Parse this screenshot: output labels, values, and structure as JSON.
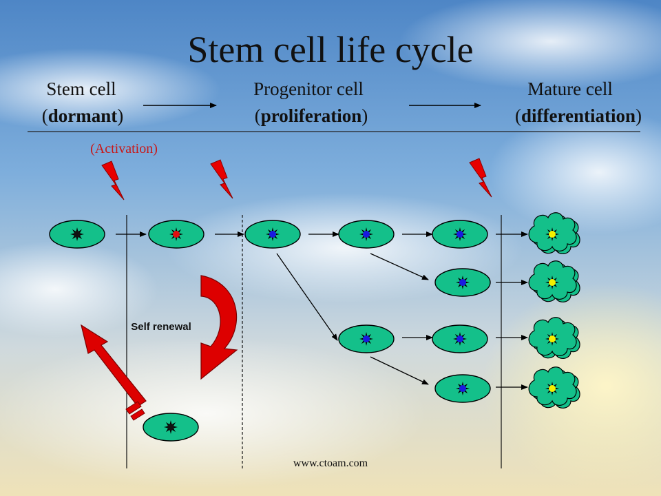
{
  "title": "Stem cell life cycle",
  "stages": [
    {
      "name": "Stem cell",
      "state_paren": "(",
      "state": "dormant",
      "state_close": ")"
    },
    {
      "name": "Progenitor cell",
      "state_paren": "(",
      "state": "proliferation",
      "state_close": ")"
    },
    {
      "name": "Mature cell",
      "state_paren": "(",
      "state": "differentiation",
      "state_close": ")"
    }
  ],
  "activation_label": "(Activation)",
  "self_renewal_label": "Self renewal",
  "footer_url": "www.ctoam.com",
  "colors": {
    "cell_fill": "#14c08a",
    "nucleus_dormant": "#111111",
    "nucleus_activated": "#e01010",
    "nucleus_progenitor": "#1a1ae0",
    "nucleus_mature": "#f4f000",
    "arrow_red": "#d40000",
    "activation_text": "#c81818",
    "mature_cloud": "#14c08a"
  },
  "icons": [
    "lightning-bolt-icon",
    "curved-arrow-icon",
    "return-arrow-icon",
    "star-nucleus-icon",
    "cloud-cell-icon"
  ]
}
